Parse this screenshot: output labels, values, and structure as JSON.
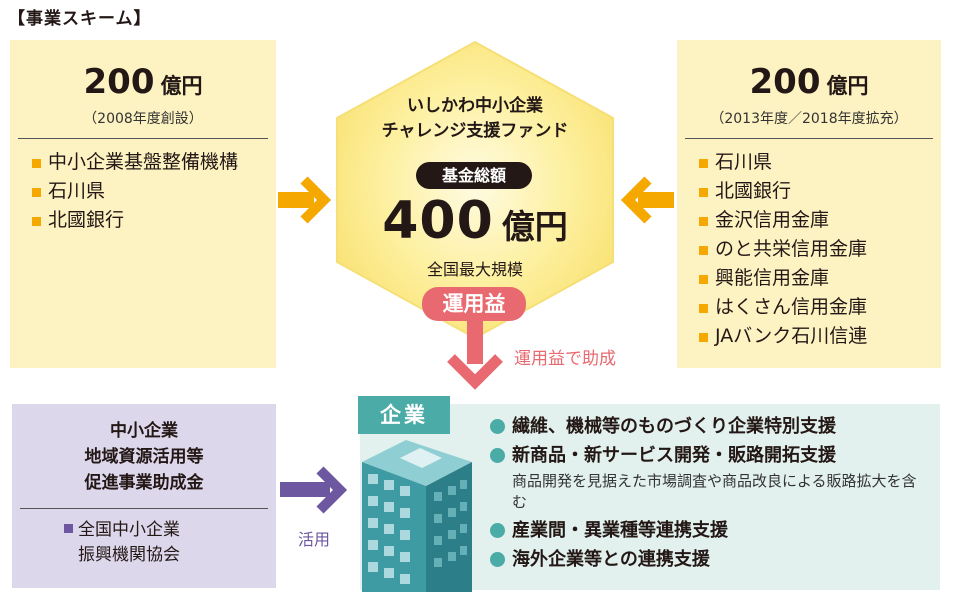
{
  "heading": "【事業スキーム】",
  "left_fund": {
    "amount": "200",
    "unit": "億円",
    "note": "（2008年度創設）",
    "items": [
      "中小企業基盤整備機構",
      "石川県",
      "北國銀行"
    ]
  },
  "right_fund": {
    "amount": "200",
    "unit": "億円",
    "note": "（2013年度／2018年度拡充）",
    "items": [
      "石川県",
      "北國銀行",
      "金沢信用金庫",
      "のと共栄信用金庫",
      "興能信用金庫",
      "はくさん信用金庫",
      "JAバンク石川信連"
    ]
  },
  "center_fund": {
    "title_line1": "いしかわ中小企業",
    "title_line2": "チャレンジ支援ファンド",
    "badge": "基金総額",
    "amount": "400",
    "unit": "億円",
    "caption": "全国最大規模",
    "profit_label": "運用益"
  },
  "profit_arrow_label": "運用益で助成",
  "subsidy": {
    "title_line1": "中小企業",
    "title_line2": "地域資源活用等",
    "title_line3": "促進事業助成金",
    "org_line1": "全国中小企業",
    "org_line2": "振興機関協会"
  },
  "use_label": "活用",
  "company": {
    "tag": "企業",
    "items": [
      {
        "text": "繊維、機械等のものづくり企業特別支援"
      },
      {
        "text": "新商品・新サービス開発・販路開拓支援",
        "note": "商品開発を見据えた市場調査や商品改良による販路拡大を含む"
      },
      {
        "text": "産業間・異業種等連携支援"
      },
      {
        "text": "海外企業等との連携支援"
      }
    ]
  },
  "colors": {
    "orange": "#f5a800",
    "cream": "#fdf3c2",
    "pink": "#e8696f",
    "purple": "#6d57a0",
    "lavender": "#ddd7ec",
    "teal": "#4aaba7",
    "mint": "#e2f1ee"
  }
}
